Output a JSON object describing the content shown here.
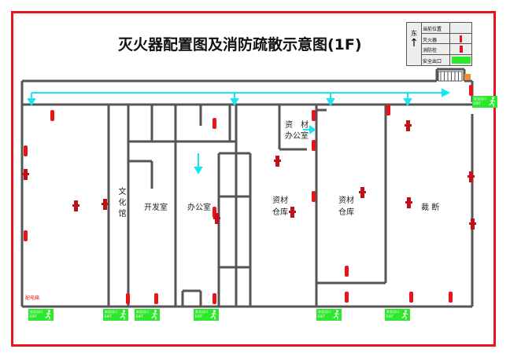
{
  "title": "灭火器配置图及消防疏散示意图(1F)",
  "legend": {
    "compass": "东",
    "rows": [
      {
        "label": "当前位置",
        "icon": "current-position"
      },
      {
        "label": "灭火器",
        "icon": "fire-extinguisher"
      },
      {
        "label": "消防栓",
        "icon": "fire-hydrant"
      },
      {
        "label": "安全出口",
        "icon": "exit-sign"
      }
    ]
  },
  "rooms": {
    "culture": "文化馆",
    "dev": "开发室",
    "office": "办公室",
    "mat_office_1": "资　材",
    "mat_office_2": "办公室",
    "warehouse1_1": "资材",
    "warehouse1_2": "仓库",
    "warehouse2_1": "资材",
    "warehouse2_2": "仓库",
    "cutting": "裁 断"
  },
  "distribution_box": "配电箱",
  "exit": {
    "cn": "安全出口",
    "en": "EXIT"
  },
  "colors": {
    "wall": "#555555",
    "evac": "#19e6f0",
    "fire": "#e8141a",
    "exit": "#2ee82e"
  }
}
